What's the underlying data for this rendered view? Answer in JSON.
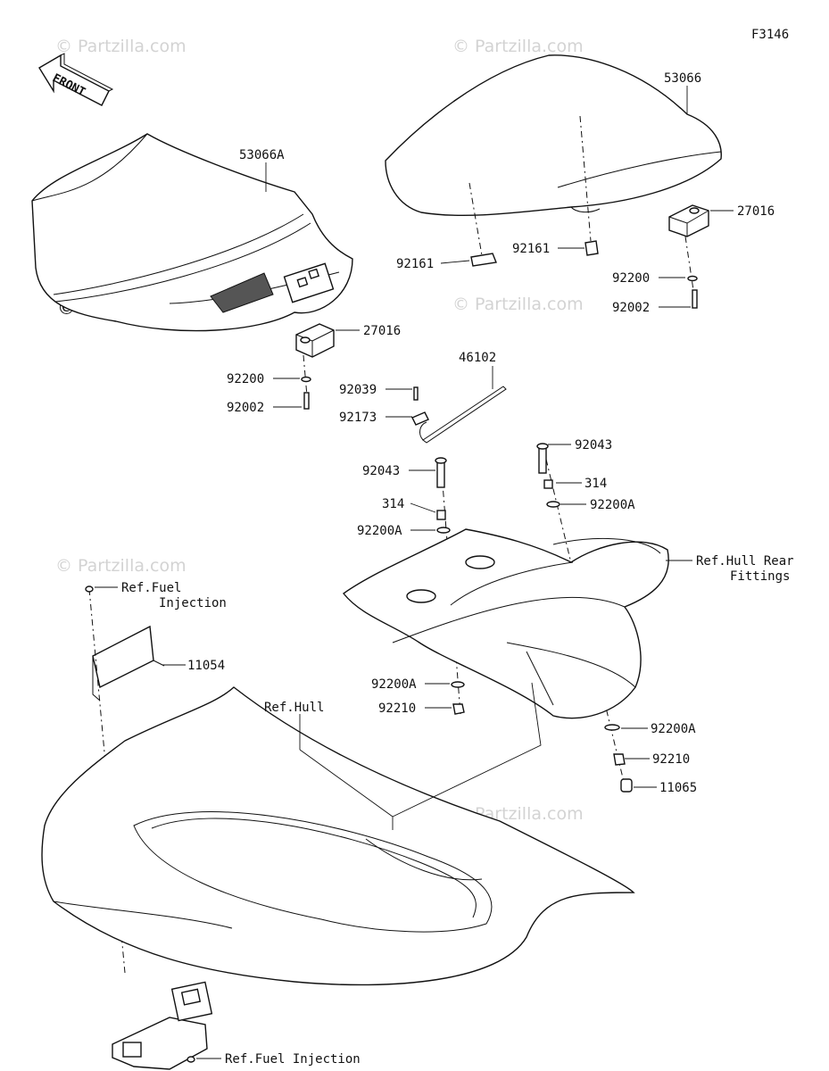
{
  "figure_code": "F3146",
  "front_arrow_label": "FRONT",
  "watermark_text": "© Partzilla.com",
  "part_labels": {
    "seat_front": "53066A",
    "seat_rear": "53066",
    "latch_front": "27016",
    "latch_rear": "27016",
    "washer_front": "92200",
    "bolt_front": "92002",
    "washer_rear": "92200",
    "bolt_rear": "92002",
    "clip_left": "92161",
    "clip_right": "92161",
    "rod": "46102",
    "rod_pin": "92039",
    "rod_clip": "92173",
    "stud_left": "92043",
    "stud_right": "92043",
    "spacer_left": "314",
    "spacer_right": "314",
    "washer_a_left_top": "92200A",
    "washer_a_right_top": "92200A",
    "washer_a_left_bottom": "92200A",
    "washer_a_right_bottom": "92200A",
    "nut_left": "92210",
    "nut_right": "92210",
    "cap": "11065",
    "bracket": "11054"
  },
  "ref_labels": {
    "fuel_injection_top_line1": "Ref.Fuel",
    "fuel_injection_top_line2": "Injection",
    "hull": "Ref.Hull",
    "hull_rear_line1": "Ref.Hull Rear",
    "hull_rear_line2": "Fittings",
    "fuel_injection_bottom": "Ref.Fuel Injection"
  },
  "colors": {
    "line": "#111111",
    "watermark": "#d3d3d3",
    "background": "#ffffff"
  }
}
